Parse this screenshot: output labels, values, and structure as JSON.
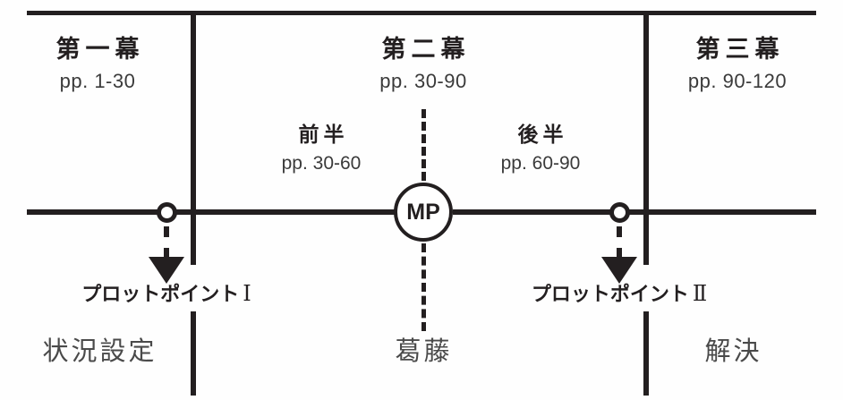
{
  "diagram": {
    "title_structure": "three-act-structure-timeline",
    "colors": {
      "line": "#231f20",
      "text_dark": "#231f20",
      "text_muted": "#4a4a4a",
      "background": "#fefefe"
    },
    "acts": [
      {
        "title": "第一幕",
        "pages": "pp. 1-30"
      },
      {
        "title": "第二幕",
        "pages": "pp. 30-90"
      },
      {
        "title": "第三幕",
        "pages": "pp. 90-120"
      }
    ],
    "halves": [
      {
        "title": "前半",
        "pages": "pp. 30-60"
      },
      {
        "title": "後半",
        "pages": "pp. 60-90"
      }
    ],
    "midpoint": {
      "label": "MP"
    },
    "plot_points": [
      {
        "label": "プロットポイント",
        "numeral": "Ⅰ"
      },
      {
        "label": "プロットポイント",
        "numeral": "Ⅱ"
      }
    ],
    "stage_labels": [
      {
        "text": "状況設定"
      },
      {
        "text": "葛藤"
      },
      {
        "text": "解決"
      }
    ]
  }
}
